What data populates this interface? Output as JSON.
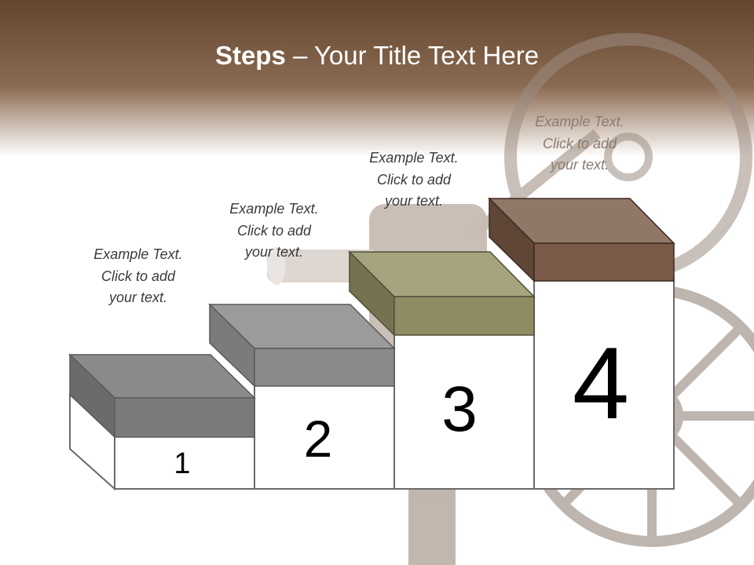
{
  "slide": {
    "title_bold": "Steps",
    "title_rest": " – Your Title Text Here"
  },
  "steps": [
    {
      "number": "1",
      "caption": "Example Text.\nClick  to add\nyour text.",
      "block_color": "#8c8c8c"
    },
    {
      "number": "2",
      "caption": "Example Text.\nClick  to add\nyour text.",
      "block_color": "#9a9a9a"
    },
    {
      "number": "3",
      "caption": "Example Text.\nClick  to add\nyour text.",
      "block_color": "#8f8c63"
    },
    {
      "number": "4",
      "caption": "Example Text.\nClick  to add\nyour text.",
      "block_color": "#7a5a48"
    }
  ],
  "colors": {
    "header_brown": "#6b4c36",
    "background": "#ffffff"
  }
}
